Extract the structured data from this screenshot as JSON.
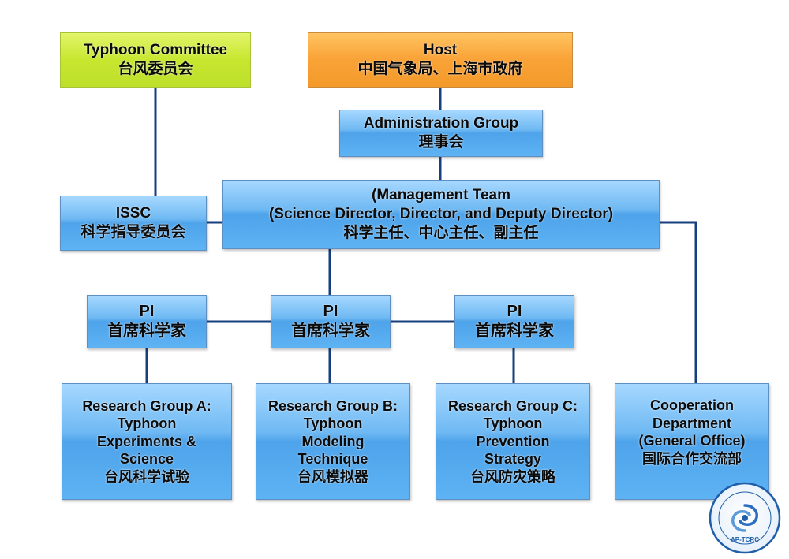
{
  "typhoon_committee": {
    "en": "Typhoon Committee",
    "zh": "台风委员会"
  },
  "host": {
    "en": "Host",
    "zh": "中国气象局、上海市政府"
  },
  "administration_group": {
    "en": "Administration Group",
    "zh": "理事会"
  },
  "issc": {
    "en": "ISSC",
    "zh": "科学指导委员会"
  },
  "management_team": {
    "line1": "(Management Team",
    "line2": "(Science Director, Director, and Deputy Director)",
    "zh": "科学主任、中心主任、副主任"
  },
  "pi_nodes": [
    {
      "en": "PI",
      "zh": "首席科学家"
    },
    {
      "en": "PI",
      "zh": "首席科学家"
    },
    {
      "en": "PI",
      "zh": "首席科学家"
    }
  ],
  "research_groups": [
    {
      "lines": [
        "Research Group A:",
        "Typhoon",
        "Experiments &",
        "Science"
      ],
      "zh": "台风科学试验"
    },
    {
      "lines": [
        "Research Group B:",
        "Typhoon",
        "Modeling",
        "Technique"
      ],
      "zh": "台风模拟器"
    },
    {
      "lines": [
        "Research Group C:",
        "Typhoon",
        "Prevention",
        "Strategy"
      ],
      "zh": "台风防灾策略"
    }
  ],
  "cooperation_department": {
    "lines": [
      "Cooperation",
      "Department",
      "(General Office)"
    ],
    "zh": "国际合作交流部"
  },
  "logo": {
    "text": "AP-TCRC",
    "icon": "typhoon-swirl-icon"
  },
  "colors": {
    "connector": "#163f7d",
    "box_blue": "#5eb3f4",
    "box_green": "#c7e62f",
    "box_orange": "#f9a236"
  }
}
